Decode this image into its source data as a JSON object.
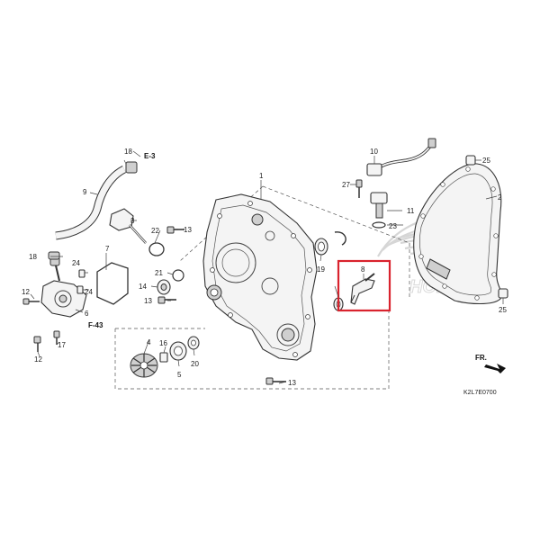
{
  "diagram": {
    "callouts": {
      "c1": "1",
      "c2": "2",
      "c3": "3",
      "c4": "4",
      "c5": "5",
      "c6": "6",
      "c7": "7",
      "c8": "8",
      "c9": "9",
      "c10": "10",
      "c11": "11",
      "c12a": "12",
      "c12b": "12",
      "c13a": "13",
      "c13b": "13",
      "c13c": "13",
      "c14": "14",
      "c16": "16",
      "c17": "17",
      "c18a": "18",
      "c18b": "18",
      "c19": "19",
      "c20": "20",
      "c21": "21",
      "c22": "22",
      "c23": "23",
      "c24a": "24",
      "c24b": "24",
      "c25a": "25",
      "c25b": "25",
      "c27": "27"
    },
    "references": {
      "e3": "E-3",
      "f43": "F-43"
    },
    "fr_label": "FR.",
    "diagram_code": "K2L7E0700",
    "watermark": "HONDA",
    "highlight_color": "#d9232e"
  }
}
